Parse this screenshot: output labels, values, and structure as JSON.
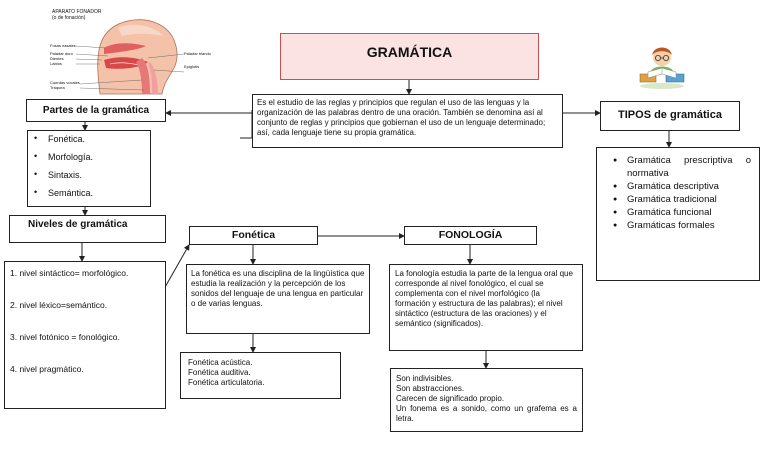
{
  "title": "GRAMÁTICA",
  "definition": "Es el estudio de las reglas y principios que regulan el uso de las lenguas y la organización de las palabras dentro de una oración. También se denomina así al conjunto de reglas y principios que gobiernan el uso de un lenguaje determinado; así, cada lenguaje tiene su propia gramática.",
  "anatomy": {
    "caption_line1": "APARATO FONADOR",
    "caption_line2": "(o de fonación)",
    "labels_left": [
      "Fosas nasales",
      "Paladar duro",
      "Dientes",
      "Labios",
      "Cuerdas vocales",
      "Tráquea"
    ],
    "labels_right": [
      "Paladar blando",
      "Epiglotis"
    ]
  },
  "partes": {
    "header": "Partes de la gramática",
    "items": [
      "Fonética.",
      "Morfología.",
      "Sintaxis.",
      "Semántica."
    ]
  },
  "niveles": {
    "header": "Niveles de gramática",
    "items": [
      "1. nivel sintáctico= morfológico.",
      "2. nivel léxico=semántico.",
      "3. nivel fotónico = fonológico.",
      "4. nivel pragmático."
    ]
  },
  "fonetica": {
    "header": "Fonética",
    "description": "La fonética es una disciplina de la lingüística que estudia la realización y la percepción de los sonidos del lenguaje de una lengua en particular o de varias lenguas.",
    "types": [
      "Fonética acústica.",
      "Fonética auditiva.",
      "Fonética articulatoria."
    ]
  },
  "fonologia": {
    "header": "FONOLOGÍA",
    "description": "La fonología estudia la parte de la lengua oral que corresponde al nivel fonológico, el cual se complementa con el nivel morfológico (la formación y estructura de las palabras); el nivel sintáctico (estructura de las oraciones) y el semántico (significados).",
    "features": [
      "Son indivisibles.",
      "Son abstracciones.",
      "Carecen de significado propio.",
      "Un fonema es a sonido, como un grafema es a letra."
    ]
  },
  "tipos": {
    "header": "TIPOS de gramática",
    "items": [
      "Gramática prescriptiva o normativa",
      "Gramática descriptiva",
      "Gramática tradicional",
      "Gramática funcional",
      "Gramáticas formales"
    ]
  }
}
